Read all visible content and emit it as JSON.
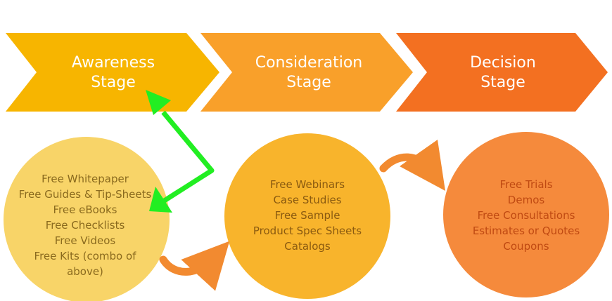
{
  "stages": [
    {
      "line1": "Awareness",
      "line2": "Stage",
      "color": "#f7b500"
    },
    {
      "line1": "Consideration",
      "line2": "Stage",
      "color": "#f9a02a"
    },
    {
      "line1": "Decision",
      "line2": "Stage",
      "color": "#f37021"
    }
  ],
  "circles": [
    {
      "color": "#f8d468",
      "text_color": "#8a6a1e",
      "items": [
        "Free Whitepaper",
        "Free Guides & Tip-Sheets",
        "Free eBooks",
        "Free Checklists",
        "Free Videos",
        "Free Kits (combo of",
        "above)"
      ]
    },
    {
      "color": "#f8b42c",
      "text_color": "#8a5a10",
      "items": [
        "Free Webinars",
        "Case Studies",
        "Free Sample",
        "Product Spec Sheets",
        "Catalogs"
      ]
    },
    {
      "color": "#f58a3c",
      "text_color": "#c04a12",
      "items": [
        "Free Trials",
        "Demos",
        "Free Consultations",
        "Estimates or Quotes",
        "Coupons"
      ]
    }
  ],
  "connector_color": "#f28a30",
  "annotation_color": "#22ee22"
}
